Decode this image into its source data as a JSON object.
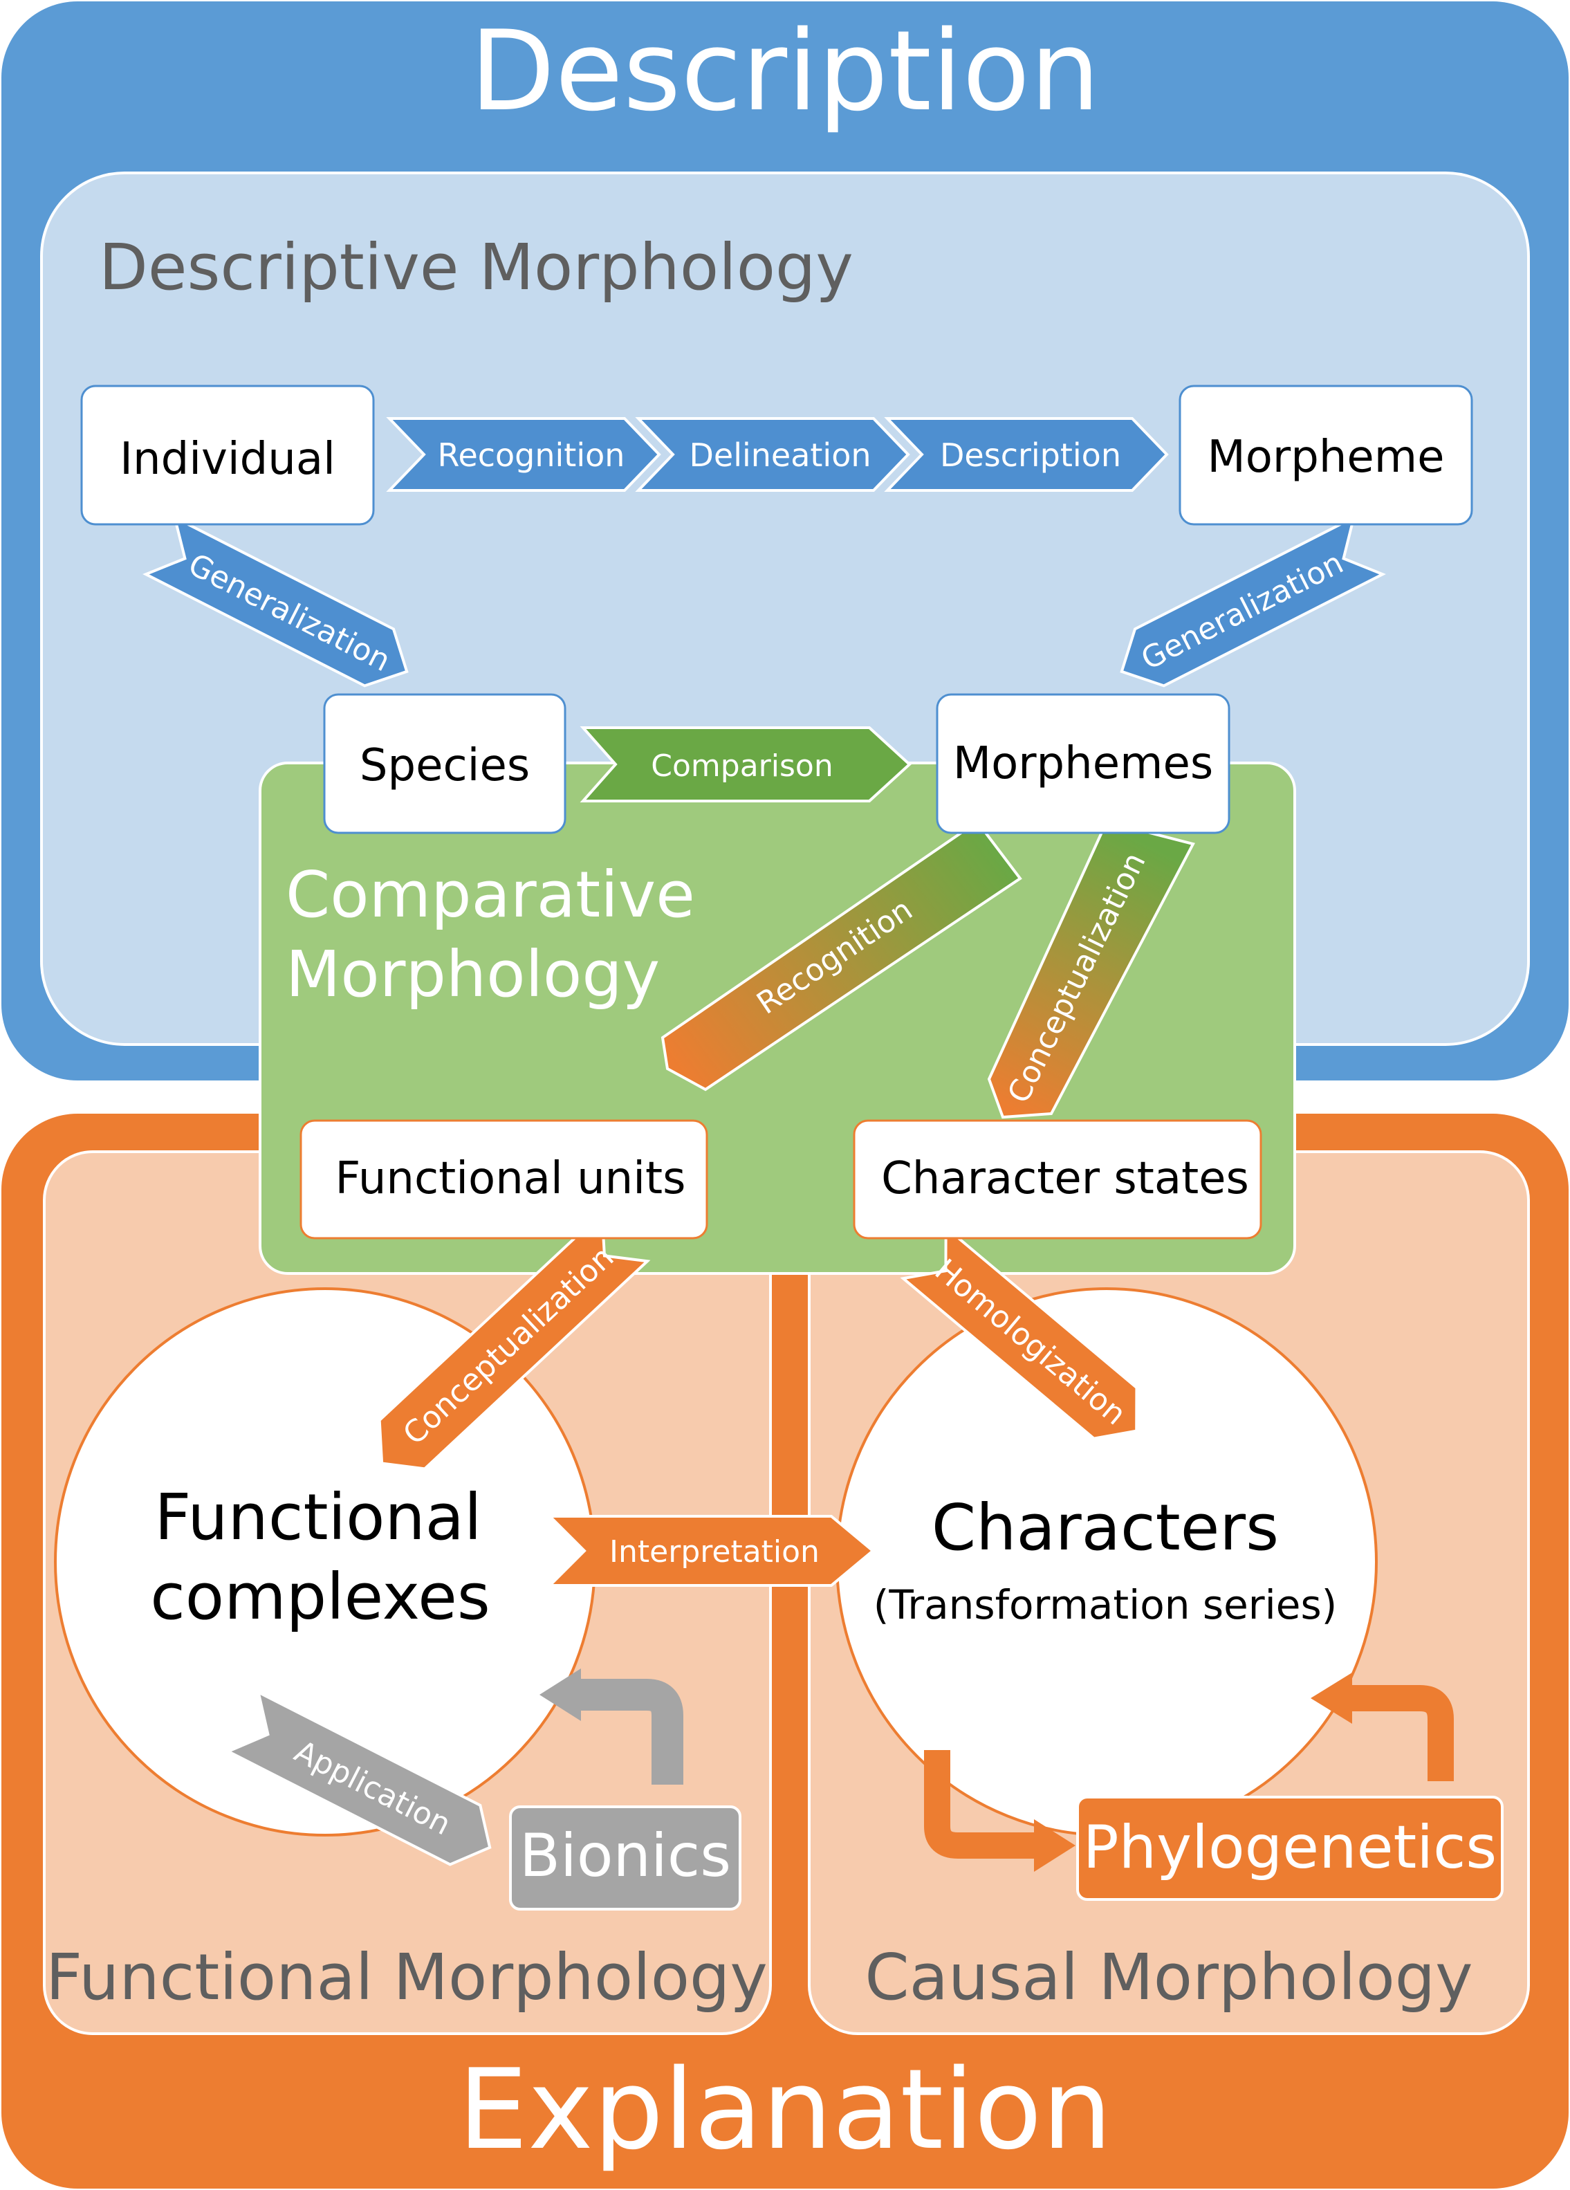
{
  "colors": {
    "description_blue": "#5B9BD5",
    "descriptive_light_blue": "#C5DAEE",
    "arrow_blue": "#4E8FD0",
    "comparative_green": "#9FCA7D",
    "arrow_green": "#6AA845",
    "explanation_orange": "#ED7D31",
    "explanatory_light_orange": "#F7CBAD",
    "bionics_gray": "#A5A5A5",
    "title_gray": "#5F5F5F"
  },
  "sections": {
    "description": "Description",
    "descriptive_morphology": "Descriptive Morphology",
    "comparative_morphology_line1": "Comparative",
    "comparative_morphology_line2": "Morphology",
    "functional_morphology": "Functional Morphology",
    "causal_morphology": "Causal Morphology",
    "explanation": "Explanation"
  },
  "nodes": {
    "individual": "Individual",
    "morpheme": "Morpheme",
    "species": "Species",
    "morphemes": "Morphemes",
    "functional_units": "Functional units",
    "character_states": "Character states",
    "functional_complexes_line1": "Functional",
    "functional_complexes_line2": "complexes",
    "characters": "Characters",
    "characters_subtitle": "(Transformation series)",
    "bionics": "Bionics",
    "phylogenetics": "Phylogenetics"
  },
  "arrows": {
    "recognition_top": "Recognition",
    "delineation": "Delineation",
    "description_step": "Description",
    "generalization_left": "Generalization",
    "generalization_right": "Generalization",
    "comparison": "Comparison",
    "recognition_diag": "Recognition",
    "conceptualization_right": "Conceptualization",
    "conceptualization_left": "Conceptualization",
    "homologization": "Homologization",
    "interpretation": "Interpretation",
    "application": "Application"
  }
}
